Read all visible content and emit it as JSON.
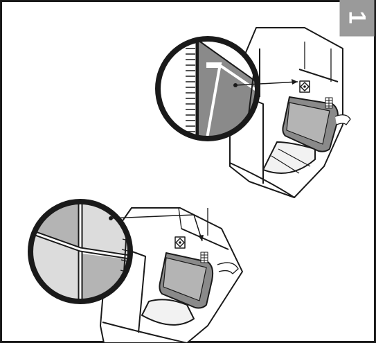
{
  "step": {
    "number": "1"
  },
  "colors": {
    "frame": "#1a1a1a",
    "step_badge": "#9a9a9a",
    "dark_fill": "#8a8a8a",
    "mid_fill": "#b4b4b4",
    "light_fill": "#dcdcdc"
  },
  "panels": [
    {
      "id": "upper",
      "callout": "magnified-texture-dark"
    },
    {
      "id": "lower",
      "callout": "magnified-texture-quadrant"
    }
  ]
}
